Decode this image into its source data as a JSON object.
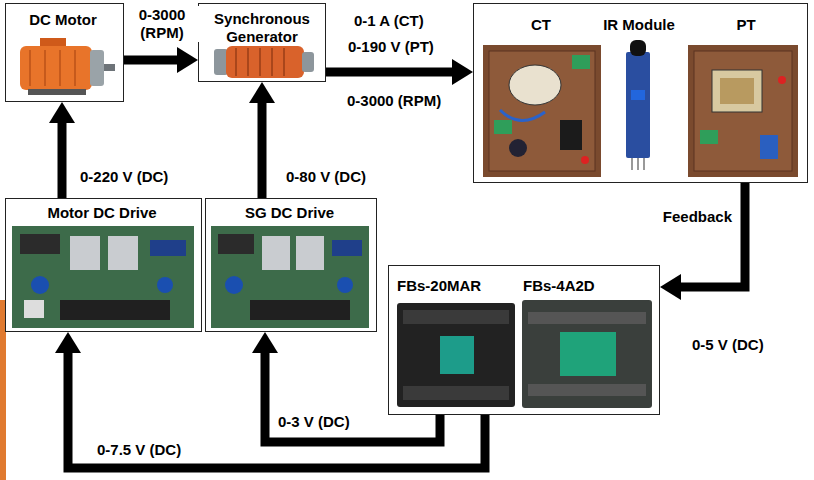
{
  "diagram": {
    "nodes": [
      {
        "text": [
          "DC Motor"
        ]
      },
      {
        "text": [
          "Synchronous Generator"
        ]
      },
      {
        "text": [
          "CT",
          "IR Module",
          "PT"
        ]
      },
      {
        "text": [
          "Motor DC Drive"
        ]
      },
      {
        "text": [
          "SG DC Drive"
        ]
      },
      {
        "text": [
          "FBs-20MAR",
          "FBs-4A2D"
        ]
      }
    ],
    "edges": [
      {
        "from": 0,
        "to": 1,
        "arrow": "to",
        "label": "0-3000 (RPM)"
      },
      {
        "from": 1,
        "to": 2,
        "arrow": "to"
      },
      {
        "from": 2,
        "to": 5,
        "arrow": "to",
        "label": "Feedback"
      },
      {
        "from": 3,
        "to": 0,
        "arrow": "to",
        "label": "0-220 V (DC)"
      },
      {
        "from": 4,
        "to": 1,
        "arrow": "to",
        "label": "0-80 V (DC)"
      },
      {
        "from": 5,
        "to": 4,
        "arrow": "to",
        "label": "0-3 V (DC)"
      },
      {
        "from": 5,
        "to": 3,
        "arrow": "to",
        "label": "0-7.5 V (DC)"
      }
    ],
    "labels": [
      "0-1 A (CT)",
      "0-190 V (PT)",
      "0-3000 (RPM)",
      "0-5 V (DC)"
    ]
  }
}
